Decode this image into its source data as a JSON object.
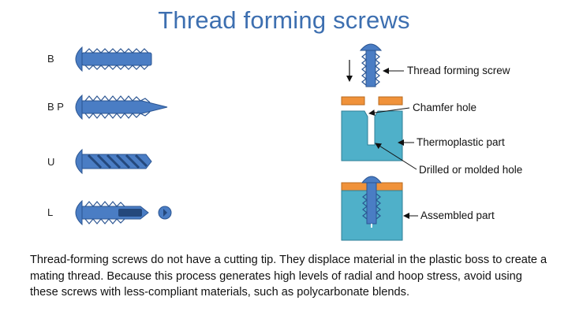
{
  "title": "Thread forming screws",
  "screw_types": [
    {
      "id": "B",
      "label": "B"
    },
    {
      "id": "BP",
      "label": "B P"
    },
    {
      "id": "U",
      "label": "U"
    },
    {
      "id": "L",
      "label": "L"
    }
  ],
  "callouts": {
    "screw": "Thread forming screw",
    "chamfer": "Chamfer hole",
    "part": "Thermoplastic part",
    "hole": "Drilled or molded hole",
    "assembled": "Assembled part"
  },
  "caption": "Thread-forming screws do not have a cutting tip. They displace material in the plastic boss to create a mating thread. Because this process generates high levels of radial and hoop stress, avoid using these screws with less-compliant materials, such as polycarbonate blends.",
  "colors": {
    "title": "#3d6fb0",
    "screw_fill": "#4a7dc4",
    "screw_stroke": "#2b5592",
    "part_fill": "#4fb0c9",
    "part_stroke": "#2f7f97",
    "washer_fill": "#f0923a"
  }
}
